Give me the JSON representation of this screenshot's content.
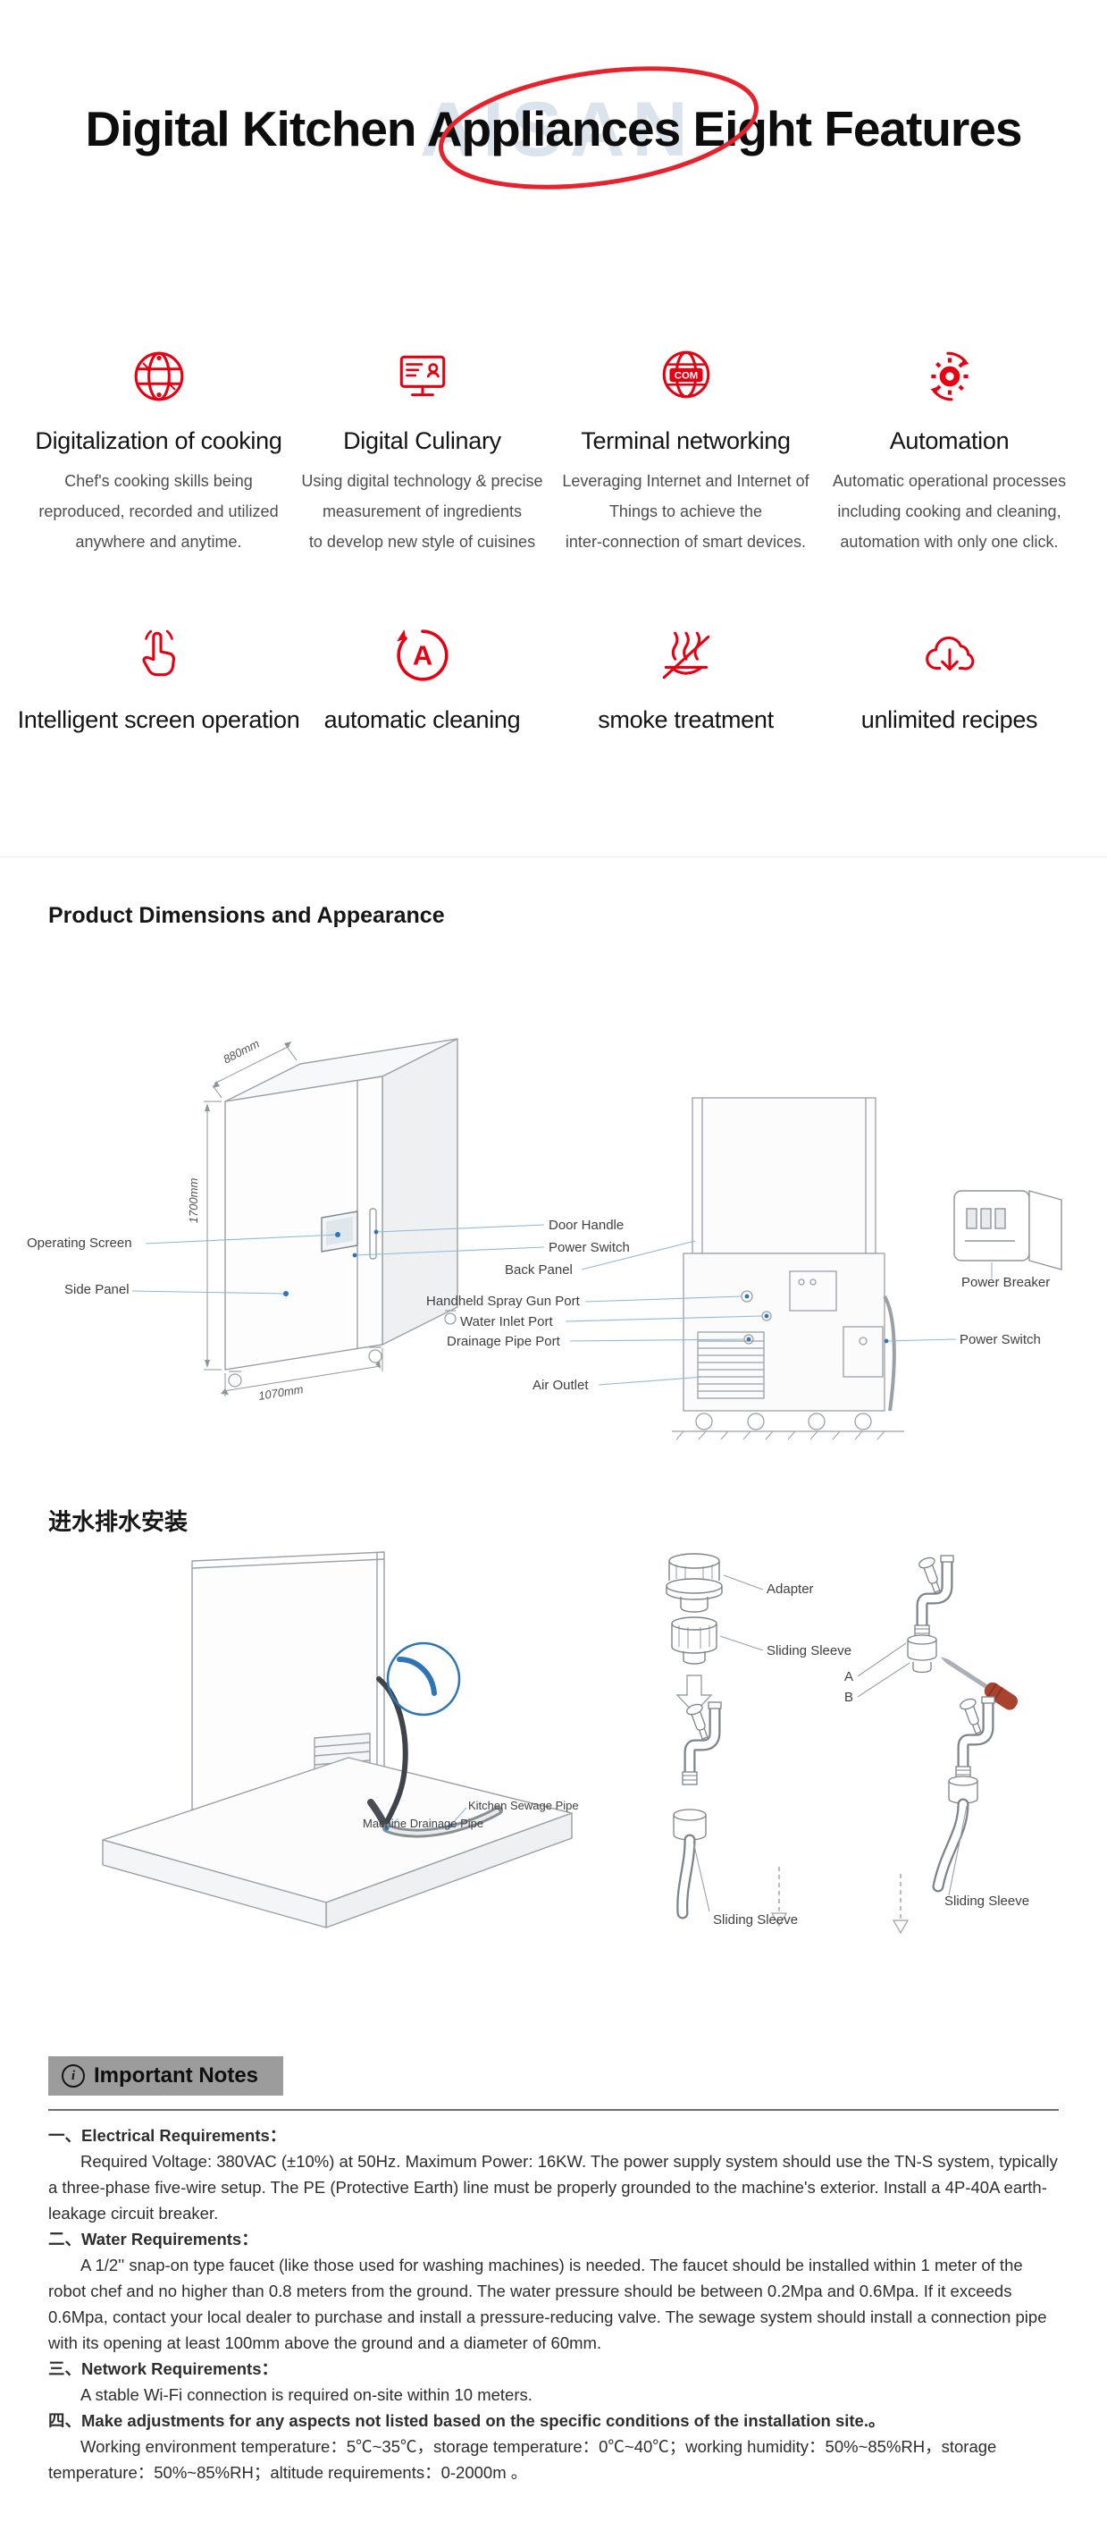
{
  "page": {
    "title": "Digital Kitchen Appliances Eight Features",
    "watermark": "AISAN",
    "accent_red": "#e60012",
    "leader_blue": "#2e75b6"
  },
  "icons": {
    "terminal_badge": "COM",
    "cleaning_letter": "A"
  },
  "features": {
    "row1": [
      {
        "title": "Digitalization of cooking",
        "lines": [
          "Chef's cooking skills being",
          "reproduced, recorded and utilized",
          "anywhere and anytime."
        ]
      },
      {
        "title": "Digital Culinary",
        "lines": [
          "Using digital technology & precise",
          "measurement of ingredients",
          "to develop new style of cuisines"
        ]
      },
      {
        "title": "Terminal networking",
        "lines": [
          "Leveraging Internet and Internet of",
          "Things to achieve the",
          "inter-connection of smart devices."
        ]
      },
      {
        "title": "Automation",
        "lines": [
          "Automatic operational processes",
          "including cooking and cleaning,",
          "automation with only one click."
        ]
      }
    ],
    "row2": [
      "Intelligent screen operation",
      "automatic cleaning",
      "smoke treatment",
      "unlimited recipes"
    ]
  },
  "dimensions_section": {
    "heading": "Product Dimensions and Appearance",
    "dims": {
      "height": "1700mm",
      "width": "1070mm",
      "depth": "880mm"
    },
    "labels": {
      "operating_screen": "Operating Screen",
      "side_panel": "Side Panel",
      "door_handle": "Door Handle",
      "power_switch_front": "Power Switch",
      "back_panel": "Back Panel",
      "spray_gun_port": "Handheld Spray Gun Port",
      "water_inlet_port": "Water Inlet Port",
      "drainage_pipe_port": "Drainage Pipe Port",
      "air_outlet": "Air Outlet",
      "power_breaker": "Power Breaker",
      "power_switch_rear": "Power Switch"
    }
  },
  "water_section": {
    "heading": "进水排水安装",
    "labels": {
      "adapter": "Adapter",
      "sliding_sleeve": "Sliding Sleeve",
      "letter_a": "A",
      "letter_b": "B",
      "kitchen_sewage_pipe": "Kitchen Sewage Pipe",
      "machine_drainage_pipe": "Machine Drainage Pipe"
    }
  },
  "notes": {
    "info_letter": "i",
    "bar_title": "Important Notes",
    "items": [
      {
        "heading": "一、Electrical Requirements：",
        "body": "Required Voltage: 380VAC (±10%) at 50Hz. Maximum Power: 16KW. The power supply system should use the TN-S system, typically a three-phase five-wire setup. The PE (Protective Earth) line must be properly grounded to the machine's exterior. Install a 4P-40A earth-leakage circuit breaker."
      },
      {
        "heading": "二、Water Requirements：",
        "body": "A 1/2'' snap-on type faucet (like those used for washing machines) is needed. The faucet should be installed within 1 meter of the robot chef and no higher than 0.8 meters from the ground. The water pressure should be between 0.2Mpa and 0.6Mpa. If it exceeds 0.6Mpa, contact your local dealer to purchase and install a pressure-reducing valve. The sewage system should install a connection pipe with its opening at least 100mm above the ground and a diameter of 60mm."
      },
      {
        "heading": "三、Network Requirements：",
        "body": "A stable Wi-Fi connection is required on-site within 10 meters."
      },
      {
        "heading": "四、Make adjustments for any aspects not listed based on the specific conditions of the installation site.。",
        "body": "Working environment temperature：5℃~35℃，storage temperature：0℃~40℃；working humidity：50%~85%RH，storage temperature：50%~85%RH；altitude requirements：0-2000m 。"
      }
    ]
  }
}
